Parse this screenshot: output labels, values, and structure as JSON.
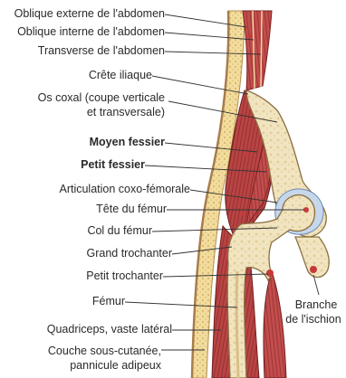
{
  "figure": {
    "labels": [
      {
        "id": "oblique-externe",
        "text": "Oblique externe de l'abdomen",
        "bold": false
      },
      {
        "id": "oblique-interne",
        "text": "Oblique interne de l'abdomen",
        "bold": false
      },
      {
        "id": "transverse",
        "text": "Transverse de l'abdomen",
        "bold": false
      },
      {
        "id": "crete-iliaque",
        "text": "Crête iliaque",
        "bold": false
      },
      {
        "id": "os-coxal-1",
        "text": "Os coxal (coupe verticale",
        "bold": false
      },
      {
        "id": "os-coxal-2",
        "text": "et transversale)",
        "bold": false
      },
      {
        "id": "moyen-fessier",
        "text": "Moyen fessier",
        "bold": true
      },
      {
        "id": "petit-fessier",
        "text": "Petit fessier",
        "bold": true
      },
      {
        "id": "articulation",
        "text": "Articulation coxo-fémorale",
        "bold": false
      },
      {
        "id": "tete-femur",
        "text": "Tête du fémur",
        "bold": false
      },
      {
        "id": "col-femur",
        "text": "Col du fémur",
        "bold": false
      },
      {
        "id": "grand-trochanter",
        "text": "Grand trochanter",
        "bold": false
      },
      {
        "id": "petit-trochanter",
        "text": "Petit trochanter",
        "bold": false
      },
      {
        "id": "femur",
        "text": "Fémur",
        "bold": false
      },
      {
        "id": "quadriceps",
        "text": "Quadriceps, vaste latéral",
        "bold": false
      },
      {
        "id": "couche-1",
        "text": "Couche sous-cutanée,",
        "bold": false
      },
      {
        "id": "couche-2",
        "text": "pannicule adipeux",
        "bold": false
      },
      {
        "id": "branche-1",
        "text": "Branche",
        "bold": false
      },
      {
        "id": "branche-2",
        "text": "de l'ischion",
        "bold": false
      }
    ]
  },
  "colors": {
    "text": "#2a2a2a",
    "leader": "#333333",
    "fat": "#f2dc9e",
    "muscle": "#b83a3a",
    "bone": "#f3ead0",
    "cartilage": "#b9cfe8"
  }
}
